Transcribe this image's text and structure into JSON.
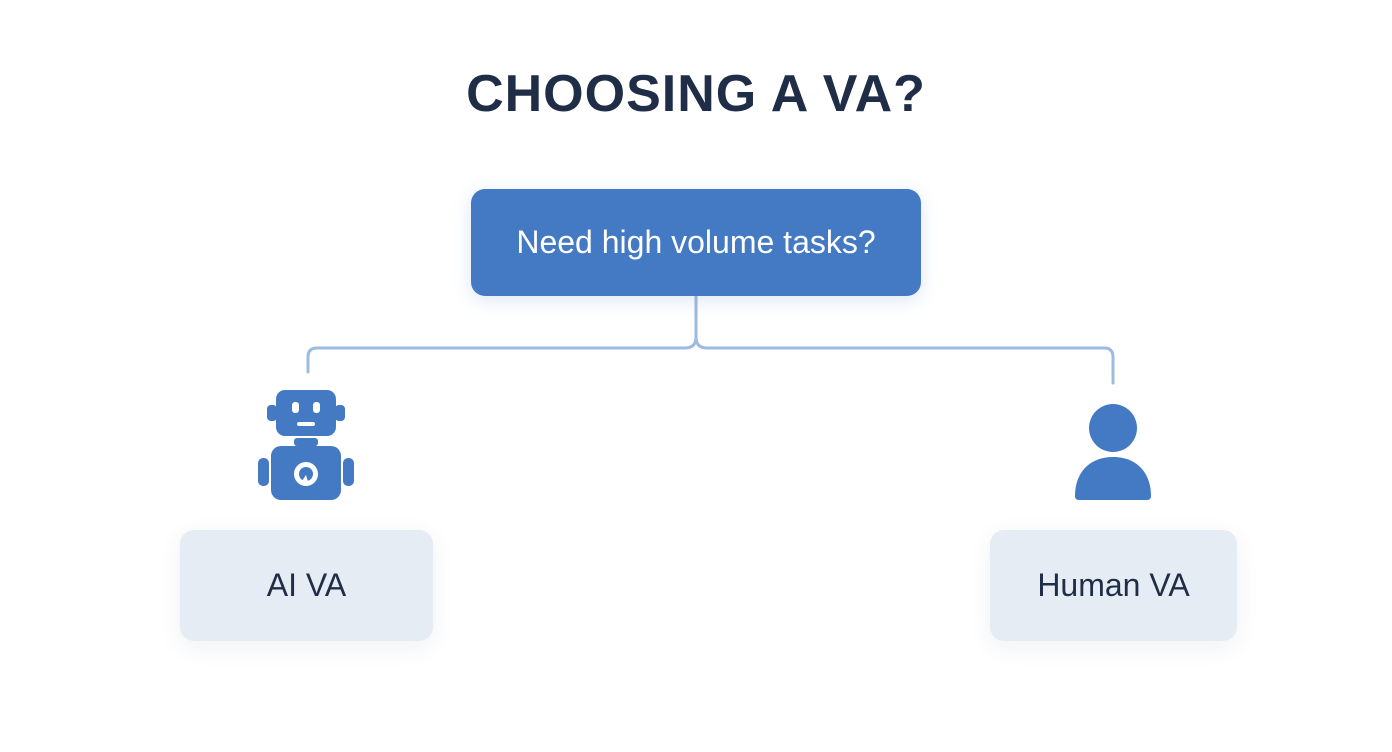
{
  "title": "CHOOSING A VA?",
  "question": "Need high volume tasks?",
  "options": {
    "left": {
      "label": "AI VA",
      "icon": "robot-icon"
    },
    "right": {
      "label": "Human VA",
      "icon": "person-icon"
    }
  },
  "colors": {
    "primary": "#4479c4",
    "title": "#1f2d47",
    "option_bg": "#e6ecf4",
    "connector": "#9dbbe0"
  }
}
